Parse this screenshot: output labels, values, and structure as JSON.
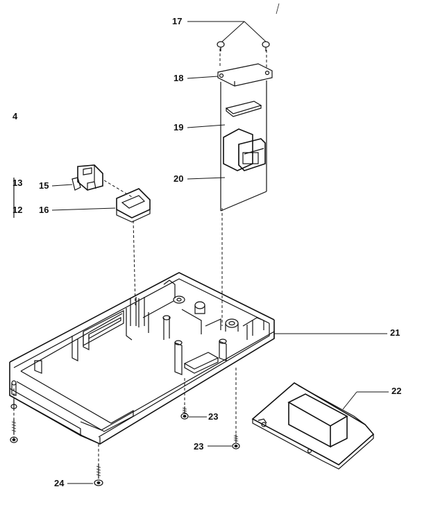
{
  "labels": {
    "p4": "4",
    "p12": "12",
    "p13": "13",
    "p15": "15",
    "p16": "16",
    "p17": "17",
    "p18": "18",
    "p19": "19",
    "p20": "20",
    "p21": "21",
    "p22": "22",
    "p23a": "23",
    "p23b": "23",
    "p24": "24"
  },
  "colors": {
    "line": "#111111",
    "background": "#ffffff"
  }
}
